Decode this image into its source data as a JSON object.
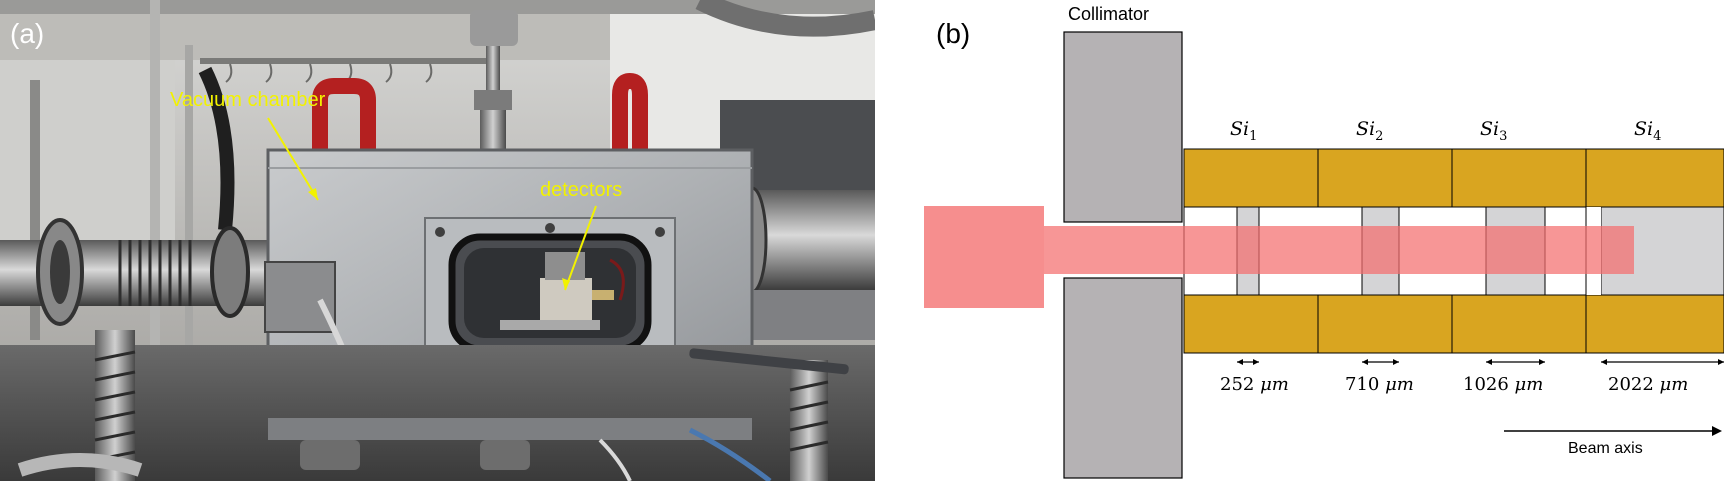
{
  "panel_a": {
    "label": "(a)",
    "annotations": {
      "vacuum_chamber": "Vacuum chamber",
      "detectors": "detectors"
    },
    "annotation_color": "#f2f200"
  },
  "panel_b": {
    "label": "(b)",
    "collimator_label": "Collimator",
    "detectors": [
      {
        "name": "Si",
        "index": "1",
        "gap_value": "252",
        "gap_unit": "μm"
      },
      {
        "name": "Si",
        "index": "2",
        "gap_value": "710",
        "gap_unit": "μm"
      },
      {
        "name": "Si",
        "index": "3",
        "gap_value": "1026",
        "gap_unit": "μm"
      },
      {
        "name": "Si",
        "index": "4",
        "gap_value": "2022",
        "gap_unit": "μm"
      }
    ],
    "beam_axis_label": "Beam axis",
    "colors": {
      "collimator": "#b5b2b4",
      "detector": "#d9a520",
      "gap": "#d4d4d6",
      "beam": "#f46e6e"
    }
  }
}
